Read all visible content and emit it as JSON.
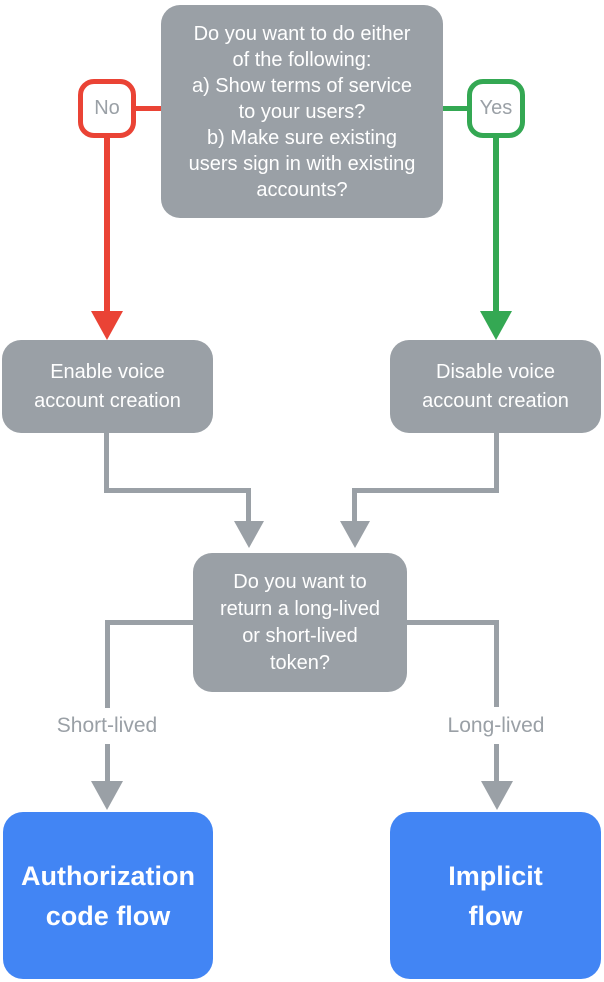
{
  "diagram": {
    "title": "Voice account creation / OAuth flow decision flowchart",
    "colors": {
      "node_gray": "#9AA0A6",
      "node_blue": "#4285F4",
      "no_red": "#EA4335",
      "yes_green": "#34A853",
      "connector_gray": "#9AA0A6",
      "label_text": "#9AA0A6",
      "node_text": "#FFFFFF",
      "canvas_bg": "#FFFFFF"
    },
    "nodes": {
      "question1": {
        "text": "Do you want to do either\nof the following:\na) Show terms of service\nto your users?\nb) Make sure existing\nusers sign in with existing\naccounts?"
      },
      "enable": {
        "text": "Enable voice\naccount creation"
      },
      "disable": {
        "text": "Disable voice\naccount creation"
      },
      "question2": {
        "text": "Do you want to\nreturn a long-lived\nor short-lived\ntoken?"
      },
      "auth_code": {
        "text": "Authorization\ncode flow"
      },
      "implicit": {
        "text": "Implicit\nflow"
      }
    },
    "labels": {
      "no": "No",
      "yes": "Yes",
      "short_lived": "Short-lived",
      "long_lived": "Long-lived"
    }
  }
}
